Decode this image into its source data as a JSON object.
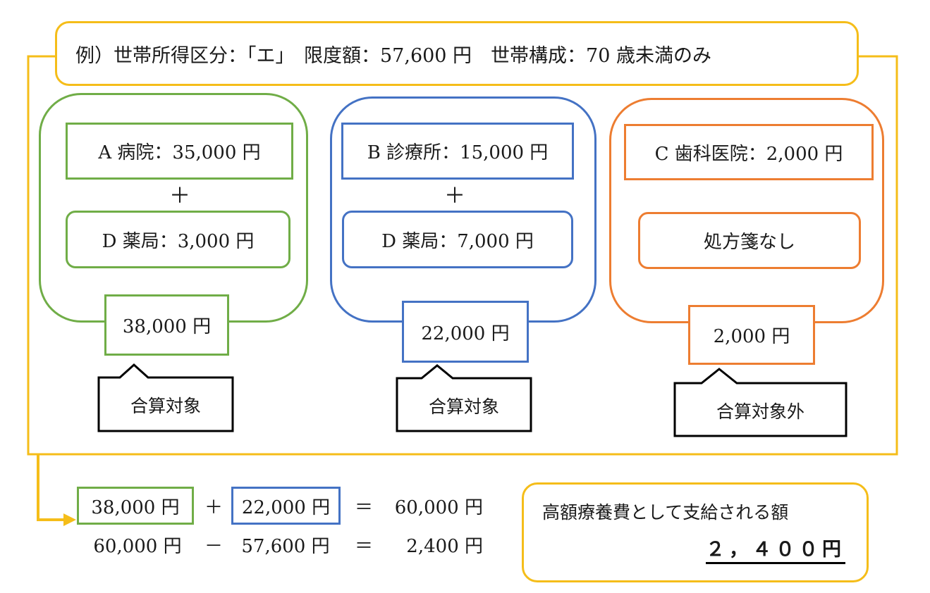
{
  "header": {
    "text": "例）世帯所得区分：「エ」　限度額：57,600 円　世帯構成：70 歳未満のみ"
  },
  "colors": {
    "yellow": "#F5BD19",
    "green": "#70AD47",
    "blue": "#4472C4",
    "orange": "#ED7D31",
    "black": "#000000"
  },
  "groups": [
    {
      "color": "green",
      "top_box": "A 病院：35,000 円",
      "plus": "＋",
      "bottom_box": "D 薬局：3,000 円",
      "total": "38,000 円",
      "callout": "合算対象"
    },
    {
      "color": "blue",
      "top_box": "B 診療所：15,000 円",
      "plus": "＋",
      "bottom_box": "D 薬局：7,000 円",
      "total": "22,000 円",
      "callout": "合算対象"
    },
    {
      "color": "orange",
      "top_box": "C 歯科医院：2,000 円",
      "bottom_box": "処方箋なし",
      "total": "2,000 円",
      "callout": "合算対象外"
    }
  ],
  "calc": {
    "row1": {
      "a": "38,000 円",
      "op": "＋",
      "b": "22,000 円",
      "eq": "＝",
      "result": "60,000 円"
    },
    "row2": {
      "a": "60,000 円",
      "op": "－",
      "b": "57,600 円",
      "eq": "＝",
      "result": "2,400 円"
    }
  },
  "payout": {
    "label": "高額療養費として支給される額",
    "amount": "２，４００円"
  }
}
